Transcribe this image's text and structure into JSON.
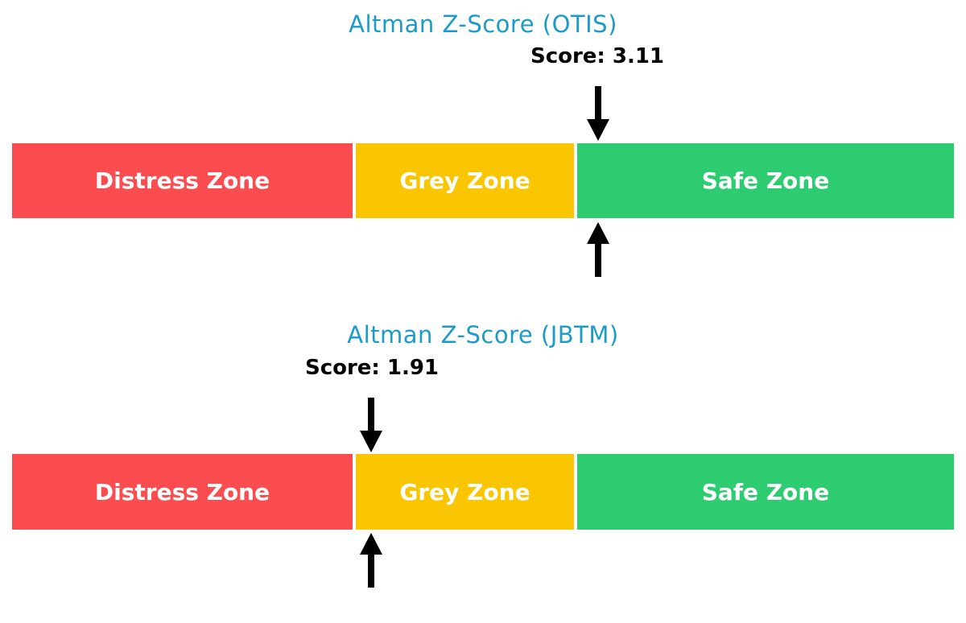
{
  "colors": {
    "distress": "#FB4D4F",
    "grey": "#F9C601",
    "safe": "#2ECC71",
    "title": "#1C9BC9",
    "arrow": "#000000",
    "zone_text": "#FFFFFF",
    "score_text": "#000000",
    "background": "#FFFFFF"
  },
  "charts": [
    {
      "title": "Altman Z-Score (OTIS)",
      "score_label": "Score: 3.11",
      "score": 3.11,
      "zones": [
        {
          "label": "Distress Zone"
        },
        {
          "label": "Grey Zone"
        },
        {
          "label": "Safe Zone"
        }
      ]
    },
    {
      "title": "Altman Z-Score (JBTM)",
      "score_label": "Score: 1.91",
      "score": 1.91,
      "zones": [
        {
          "label": "Distress Zone"
        },
        {
          "label": "Grey Zone"
        },
        {
          "label": "Safe Zone"
        }
      ]
    }
  ],
  "chart_data": [
    {
      "type": "bar",
      "subtype": "zone-gauge",
      "title": "Altman Z-Score (OTIS)",
      "score": 3.11,
      "score_label": "Score: 3.11",
      "zones": [
        {
          "label": "Distress Zone",
          "color": "#FB4D4F",
          "bar_fraction": [
            0.0,
            0.362
          ]
        },
        {
          "label": "Grey Zone",
          "color": "#F9C601",
          "bar_fraction": [
            0.365,
            0.597
          ]
        },
        {
          "label": "Safe Zone",
          "color": "#2ECC71",
          "bar_fraction": [
            0.6,
            1.0
          ]
        }
      ],
      "marker_fraction": 0.622,
      "marker_zone": "Safe Zone",
      "annotations": [
        "black down-arrow above bar at score position",
        "black up-arrow below bar at score position"
      ],
      "legend": "none",
      "grid": false
    },
    {
      "type": "bar",
      "subtype": "zone-gauge",
      "title": "Altman Z-Score (JBTM)",
      "score": 1.91,
      "score_label": "Score: 1.91",
      "zones": [
        {
          "label": "Distress Zone",
          "color": "#FB4D4F",
          "bar_fraction": [
            0.0,
            0.362
          ]
        },
        {
          "label": "Grey Zone",
          "color": "#F9C601",
          "bar_fraction": [
            0.365,
            0.597
          ]
        },
        {
          "label": "Safe Zone",
          "color": "#2ECC71",
          "bar_fraction": [
            0.6,
            1.0
          ]
        }
      ],
      "marker_fraction": 0.381,
      "marker_zone": "Grey Zone",
      "annotations": [
        "black down-arrow above bar at score position",
        "black up-arrow below bar at score position"
      ],
      "legend": "none",
      "grid": false
    }
  ]
}
